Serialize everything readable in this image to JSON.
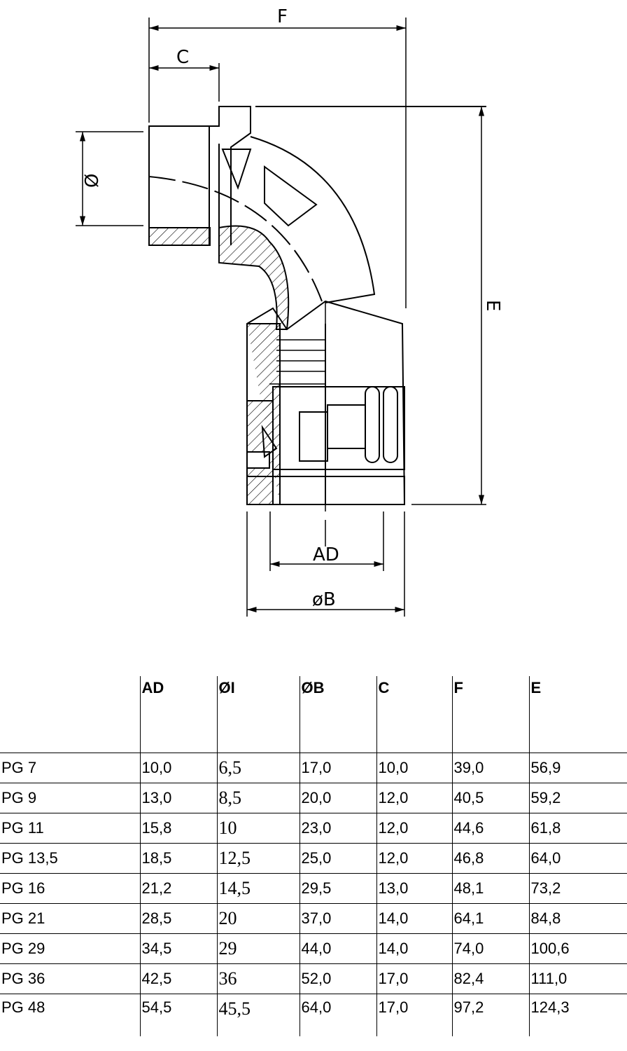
{
  "drawing": {
    "labels": {
      "f": "F",
      "c": "C",
      "i": "Ø",
      "e": "E",
      "ad": "AD",
      "b": "øB"
    }
  },
  "table": {
    "columns": [
      "",
      "AD",
      "ØI",
      "ØB",
      "C",
      "F",
      "E"
    ],
    "rows": [
      [
        "PG 7",
        "10,0",
        "6,5",
        "17,0",
        "10,0",
        "39,0",
        "56,9"
      ],
      [
        "PG 9",
        "13,0",
        "8,5",
        "20,0",
        "12,0",
        "40,5",
        "59,2"
      ],
      [
        "PG 11",
        "15,8",
        "10",
        "23,0",
        "12,0",
        "44,6",
        "61,8"
      ],
      [
        "PG 13,5",
        "18,5",
        "12,5",
        "25,0",
        "12,0",
        "46,8",
        "64,0"
      ],
      [
        "PG 16",
        "21,2",
        "14,5",
        "29,5",
        "13,0",
        "48,1",
        "73,2"
      ],
      [
        "PG 21",
        "28,5",
        "20",
        "37,0",
        "14,0",
        "64,1",
        "84,8"
      ],
      [
        "PG 29",
        "34,5",
        "29",
        "44,0",
        "14,0",
        "74,0",
        "100,6"
      ],
      [
        "PG 36",
        "42,5",
        "36",
        "52,0",
        "17,0",
        "82,4",
        "111,0"
      ],
      [
        "PG 48",
        "54,5",
        "45,5",
        "64,0",
        "17,0",
        "97,2",
        "124,3"
      ]
    ]
  }
}
